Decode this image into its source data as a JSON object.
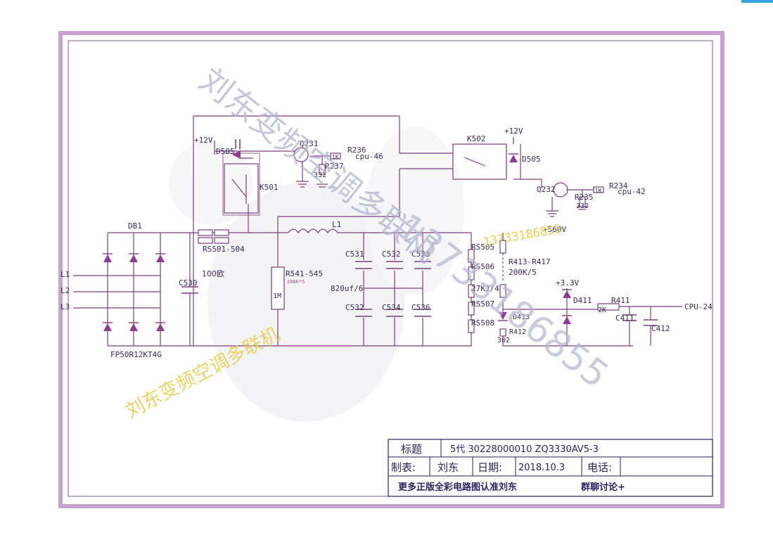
{
  "watermarks": {
    "name_diag": "刘东变频空调多联机",
    "phone_diag": "13733186855",
    "gold_text": "刘东变频空调多联机",
    "gold_phone": "13733186855"
  },
  "labels": {
    "plus12v_left": "+12V",
    "d505_left": "D505",
    "q231": "Q231",
    "r236": "R236",
    "r236_val": "1K",
    "cpu46": "cpu-46",
    "r237": "R237",
    "r237_val": "332",
    "k501": "K501",
    "db1": "DB1",
    "rs501_504": "RS501-504",
    "l1_ind": "L1",
    "in_l1": "L1",
    "in_l2": "L2",
    "in_l3": "L3",
    "c530_val": "100欧",
    "c530": "C530",
    "bridge_part": "FP50R12KT4G",
    "r541_545": "R541-545",
    "r541_note": "200K*5",
    "r_1m": "1M",
    "c531": "C531",
    "c532a": "C532",
    "c533": "C533",
    "cap_val": "820uf/6",
    "c532b": "C532",
    "c534": "C534",
    "c536": "C536",
    "k502": "K502",
    "plus12v_right": "+12V",
    "d505_right": "D505",
    "q232": "Q232",
    "r234": "R234",
    "r234_val": "1K",
    "cpu42": "cpu-42",
    "r235": "R235",
    "r235_val": "332",
    "plus560v": "+560V",
    "rs505": "RS505",
    "rs506": "RS506",
    "rs_val": "27KJ/4",
    "rs507": "RS507",
    "rs508": "RS508",
    "r413_417": "R413-R417",
    "r413_val": "200K/5",
    "d413": "D413",
    "r412": "R412",
    "r412_val": "302",
    "plus33v": "+3.3V",
    "d411": "D411",
    "r411": "R411",
    "r411_val": "2K",
    "c411": "C411",
    "c412": "C412",
    "cpu24": "CPU-24"
  },
  "title_block": {
    "title_label": "标题",
    "title_value": "5代  30228000010  ZQ3330AV5-3",
    "maker_label": "制表:",
    "maker_value": "刘东",
    "date_label": "日期:",
    "date_value": "2018.10.3",
    "phone_label": "电话:",
    "phone_value": "",
    "footer_left": "更多正版全彩电路图认准刘东",
    "footer_right": "群聊讨论+"
  },
  "colors": {
    "frame": "#c9a3cf",
    "wire": "#7a3d7c",
    "diode": "#8e3d93",
    "watermark_gray": "#b2b6cc",
    "watermark_gold": "#e3cc4a",
    "title_text": "#2a1f5a"
  }
}
